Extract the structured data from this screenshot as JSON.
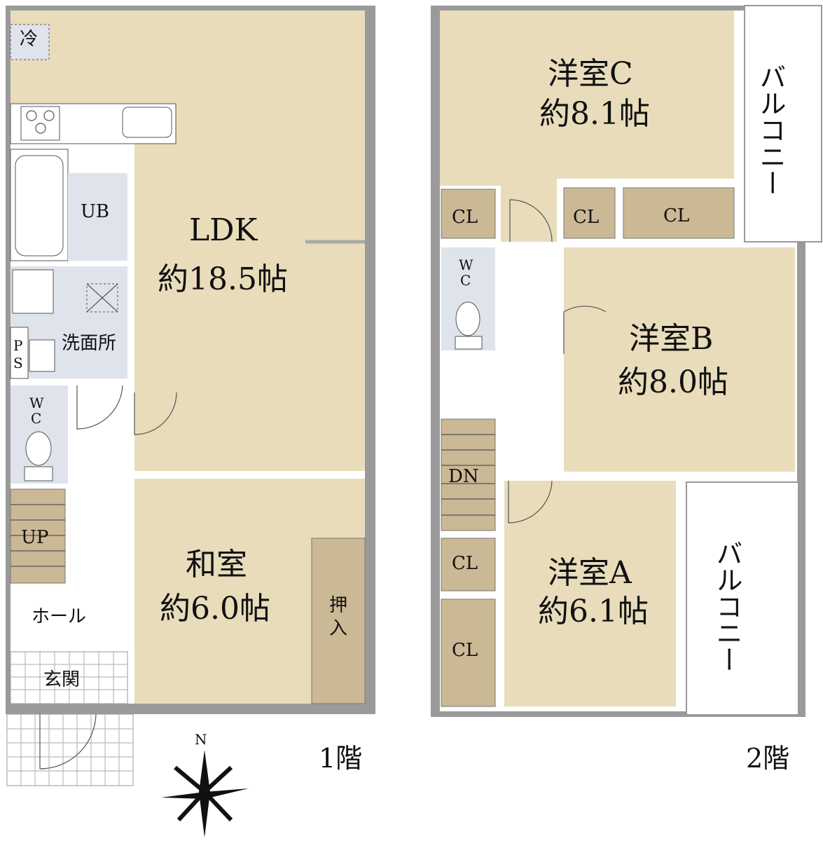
{
  "floor1": {
    "label": "1階",
    "rooms": {
      "ldk_name": "LDK",
      "ldk_size": "約18.5帖",
      "washitsu_name": "和室",
      "washitsu_size": "約6.0帖",
      "fridge": "冷",
      "ub": "UB",
      "senmen": "洗面所",
      "ps_p": "P",
      "ps_s": "S",
      "wc_w": "W",
      "wc_c": "C",
      "stairs": "UP",
      "hall": "ホール",
      "genkan": "玄関",
      "oshiire_1": "押",
      "oshiire_2": "入"
    }
  },
  "floor2": {
    "label": "2階",
    "rooms": {
      "c_name": "洋室C",
      "c_size": "約8.1帖",
      "b_name": "洋室B",
      "b_size": "約8.0帖",
      "a_name": "洋室A",
      "a_size": "約6.1帖",
      "cl": "CL",
      "wc_w": "W",
      "wc_c": "C",
      "stairs": "DN",
      "balcony": "バルコニー"
    }
  },
  "compass": {
    "north": "N"
  },
  "colors": {
    "wall": "#9a9a9a",
    "floor": "#e8dcbb",
    "wet": "#dfe3ec",
    "closet": "#cbb895"
  }
}
